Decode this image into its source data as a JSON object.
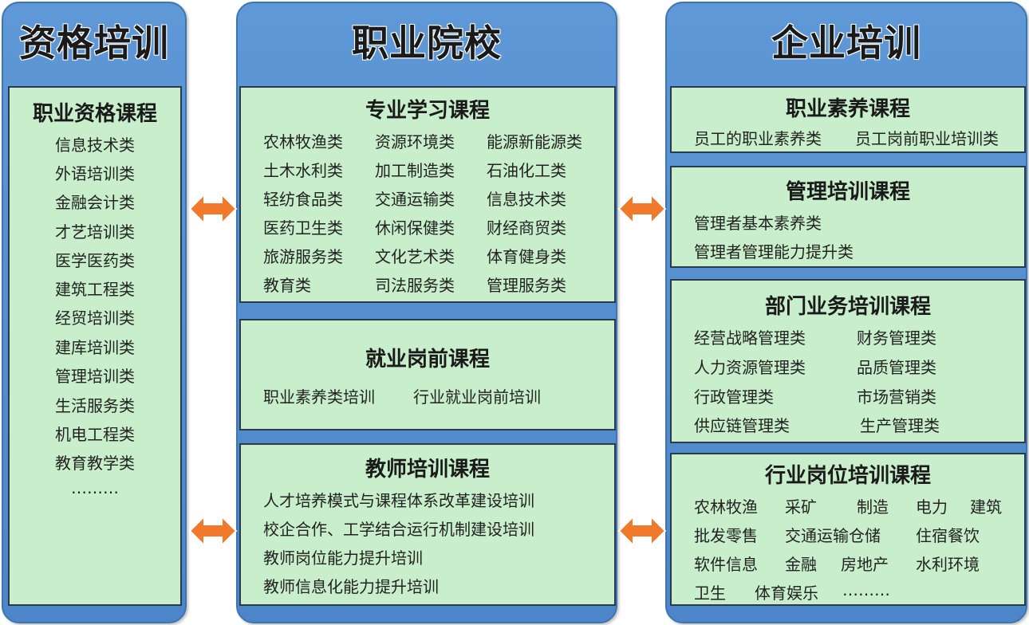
{
  "qualification": {
    "title": "资格培训",
    "panel_title": "职业资格课程",
    "items": [
      "信息技术类",
      "外语培训类",
      "金融会计类",
      "才艺培训类",
      "医学医药类",
      "建筑工程类",
      "经贸培训类",
      "建库培训类",
      "管理培训类",
      "生活服务类",
      "机电工程类",
      "教育教学类",
      "………"
    ]
  },
  "vocational": {
    "title": "职业院校",
    "professional": {
      "title": "专业学习课程",
      "rows": [
        [
          "农林牧渔类",
          "资源环境类",
          "能源新能源类"
        ],
        [
          "土木水利类",
          "加工制造类",
          "石油化工类"
        ],
        [
          "轻纺食品类",
          "交通运输类",
          "信息技术类"
        ],
        [
          "医药卫生类",
          "休闲保健类",
          "财经商贸类"
        ],
        [
          "旅游服务类",
          "文化艺术类",
          "体育健身类"
        ],
        [
          "教育类",
          "司法服务类",
          "管理服务类"
        ]
      ]
    },
    "employment": {
      "title": "就业岗前课程",
      "items": [
        "职业素养类培训",
        "行业就业岗前培训"
      ]
    },
    "teacher": {
      "title": "教师培训课程",
      "items": [
        "人才培养模式与课程体系改革建设培训",
        "校企合作、工学结合运行机制建设培训",
        "教师岗位能力提升培训",
        "教师信息化能力提升培训"
      ]
    }
  },
  "enterprise": {
    "title": "企业培训",
    "literacy": {
      "title": "职业素养课程",
      "items": [
        "员工的职业素养类",
        "员工岗前职业培训类"
      ]
    },
    "management": {
      "title": "管理培训课程",
      "items": [
        "管理者基本素养类",
        "管理者管理能力提升类"
      ]
    },
    "department": {
      "title": "部门业务培训课程",
      "items": [
        "经营战略管理类",
        "财务管理类",
        "人力资源管理类",
        "品质管理类",
        "行政管理类",
        "市场营销类",
        "供应链管理类",
        "生产管理类"
      ]
    },
    "industry": {
      "title": "行业岗位培训课程",
      "rows": [
        [
          "农林牧渔",
          "采矿",
          "制造",
          "电力",
          "建筑"
        ],
        [
          "批发零售",
          "交通运输仓储",
          "住宿餐饮"
        ],
        [
          "软件信息",
          "金融",
          "房地产",
          "水利环境"
        ],
        [
          "卫生",
          "体育娱乐",
          "………"
        ]
      ]
    }
  },
  "colors": {
    "column_fill": "#5f98d6",
    "panel_fill": "#c9eecb",
    "arrow_fill": "#f07a2a"
  },
  "icons": [
    "double-arrow-icon"
  ]
}
